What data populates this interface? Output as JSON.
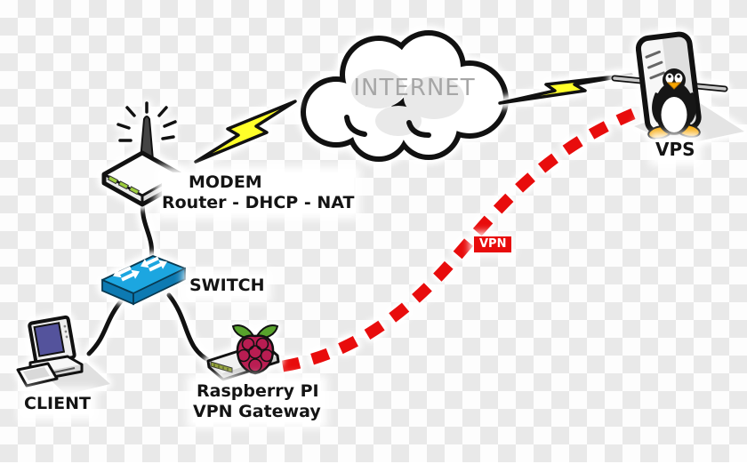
{
  "diagram_type": "network-vpn-topology",
  "nodes": {
    "internet": {
      "label": "INTERNET",
      "icon": "cloud"
    },
    "modem": {
      "label": "MODEM",
      "sublabel": "Router - DHCP - NAT",
      "icon": "wireless-router"
    },
    "switch": {
      "label": "SWITCH",
      "icon": "ethernet-switch"
    },
    "client": {
      "label": "CLIENT",
      "icon": "desktop-computer"
    },
    "raspberry_pi": {
      "label": "Raspberry PI",
      "sublabel": "VPN Gateway",
      "icon": "raspberry-pi"
    },
    "vps": {
      "label": "VPS",
      "icon": "linux-server-tux"
    }
  },
  "links": {
    "modem_internet": {
      "from": "modem",
      "to": "internet",
      "style": "lightning-bolt"
    },
    "internet_vps": {
      "from": "internet",
      "to": "vps",
      "style": "lightning-bolt"
    },
    "modem_switch": {
      "from": "modem",
      "to": "switch",
      "style": "cable"
    },
    "switch_client": {
      "from": "switch",
      "to": "client",
      "style": "cable"
    },
    "switch_raspberry_pi": {
      "from": "switch",
      "to": "raspberry_pi",
      "style": "cable"
    },
    "vpn_tunnel": {
      "from": "raspberry_pi",
      "to": "vps",
      "style": "red-dashed",
      "label": "VPN"
    }
  },
  "colors": {
    "vpn_red": "#e80c0c",
    "bolt_yellow": "#ffff29",
    "switch_blue_top": "#1ca6e0",
    "switch_blue_front": "#0d7ab2",
    "raspberry_berry": "#b91d52",
    "raspberry_leaf": "#58a32c",
    "monitor_screen": "#54539c",
    "internet_text_gray": "#a6a6a6",
    "checker_light": "#fdfdfd",
    "checker_dark": "#e9e9e9"
  }
}
